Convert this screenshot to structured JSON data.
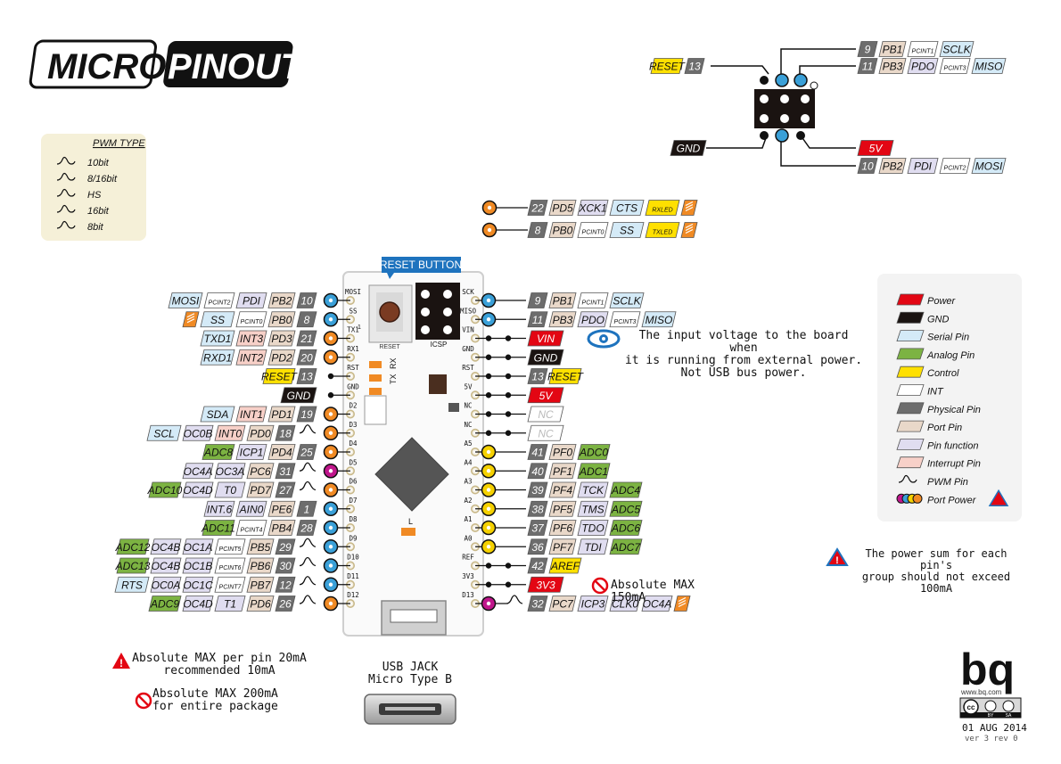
{
  "title": {
    "part1": "MICRO",
    "part2": "PINOUT"
  },
  "pwm_type": {
    "heading": "PWM TYPE",
    "items": [
      "10bit",
      "8/16bit",
      "HS",
      "16bit",
      "8bit"
    ]
  },
  "icsp_top": {
    "rows": [
      [
        "9",
        "PB1",
        "PCINT1",
        "SCLK"
      ],
      [
        "11",
        "PB3",
        "PDO",
        "PCINT3",
        "MISO"
      ],
      [
        "10",
        "PB2",
        "PDI",
        "PCINT2",
        "MOSI"
      ]
    ],
    "reset": [
      "RESET",
      "13"
    ],
    "gnd": "GND",
    "v5": "5V"
  },
  "led_rows": [
    [
      "22",
      "PD5",
      "XCK1",
      "CTS",
      "RXLED"
    ],
    [
      "8",
      "PB0",
      "PCINT0",
      "SS",
      "TXLED"
    ]
  ],
  "left_rows": [
    [
      "MOSI",
      "PCINT2",
      "PDI",
      "PB2",
      "10"
    ],
    [
      "SS",
      "PCINT0",
      "PB0",
      "8"
    ],
    [
      "TXD1",
      "INT3",
      "PD3",
      "21"
    ],
    [
      "RXD1",
      "INT2",
      "PD2",
      "20"
    ],
    [
      "RESET",
      "13"
    ],
    [
      "GND"
    ],
    [
      "SDA",
      "INT1",
      "PD1",
      "19"
    ],
    [
      "SCL",
      "OC0B",
      "INT0",
      "PD0",
      "18"
    ],
    [
      "ADC8",
      "ICP1",
      "PD4",
      "25"
    ],
    [
      "OC4A",
      "OC3A",
      "PC6",
      "31"
    ],
    [
      "ADC10",
      "OC4D",
      "T0",
      "PD7",
      "27"
    ],
    [
      "INT.6",
      "AIN0",
      "PE6",
      "1"
    ],
    [
      "ADC11",
      "PCINT4",
      "PB4",
      "28"
    ],
    [
      "ADC12",
      "OC4B",
      "OC1A",
      "PCINT5",
      "PB5",
      "29"
    ],
    [
      "ADC13",
      "OC4B",
      "OC1B",
      "PCINT6",
      "PB6",
      "30"
    ],
    [
      "RTS",
      "OC0A",
      "OC1C",
      "PCINT7",
      "PB7",
      "12"
    ],
    [
      "ADC9",
      "OC4D",
      "T1",
      "PD6",
      "26"
    ]
  ],
  "right_rows": [
    [
      "9",
      "PB1",
      "PCINT1",
      "SCLK"
    ],
    [
      "11",
      "PB3",
      "PDO",
      "PCINT3",
      "MISO"
    ],
    [
      "VIN"
    ],
    [
      "GND"
    ],
    [
      "13",
      "RESET"
    ],
    [
      "5V"
    ],
    [
      "NC"
    ],
    [
      "NC"
    ],
    [
      "41",
      "PF0",
      "ADC0"
    ],
    [
      "40",
      "PF1",
      "ADC1"
    ],
    [
      "39",
      "PF4",
      "TCK",
      "ADC4"
    ],
    [
      "38",
      "PF5",
      "TMS",
      "ADC5"
    ],
    [
      "37",
      "PF6",
      "TDO",
      "ADC6"
    ],
    [
      "36",
      "PF7",
      "TDI",
      "ADC7"
    ],
    [
      "42",
      "AREF"
    ],
    [
      "3V3"
    ],
    [
      "32",
      "PC7",
      "ICP3",
      "CLK0",
      "OC4A"
    ]
  ],
  "board": {
    "reset_button": "RESET BUTTON",
    "reset_small": "RESET",
    "icsp": "ICSP",
    "tx": "TX",
    "rx": "RX",
    "led": "L",
    "left_pins": [
      "MOSI",
      "SS",
      "TX1",
      "RX1",
      "RST",
      "GND",
      "D2",
      "D3",
      "D4",
      "D5",
      "D6",
      "D7",
      "D8",
      "D9",
      "D10",
      "D11",
      "D12"
    ],
    "right_pins": [
      "SCK",
      "MISO",
      "VIN",
      "GND",
      "RST",
      "5V",
      "NC",
      "NC",
      "A5",
      "A4",
      "A3",
      "A2",
      "A1",
      "A0",
      "REF",
      "3V3",
      "D13"
    ],
    "one": "1"
  },
  "notes": {
    "vin_line1": "The input voltage to the board when",
    "vin_line2": "it is running from external power.",
    "vin_line3": "Not USB bus power.",
    "max150": "Absolute MAX 150mA",
    "perpin_line1": "Absolute MAX per pin 20mA",
    "perpin_line2": "recommended 10mA",
    "pkg_line1": "Absolute MAX 200mA",
    "pkg_line2": "for entire package",
    "usb_line1": "USB JACK",
    "usb_line2": "Micro Type B",
    "powersum_line1": "The power sum for each pin's",
    "powersum_line2": "group should not exceed 100mA"
  },
  "legend": [
    {
      "label": "Power",
      "color": "#e30613"
    },
    {
      "label": "GND",
      "color": "#1a1311"
    },
    {
      "label": "Serial Pin",
      "color": "#d4eaf7"
    },
    {
      "label": "Analog Pin",
      "color": "#7cb342"
    },
    {
      "label": "Control",
      "color": "#ffe000"
    },
    {
      "label": "INT",
      "color": "#ffffff"
    },
    {
      "label": "Physical Pin",
      "color": "#6d6d6d"
    },
    {
      "label": "Port Pin",
      "color": "#e9d8c9"
    },
    {
      "label": "Pin function",
      "color": "#e0ddf0"
    },
    {
      "label": "Interrupt Pin",
      "color": "#f7d0c8"
    },
    {
      "label": "PWM Pin",
      "color": ""
    },
    {
      "label": "Port Power",
      "color": ""
    }
  ],
  "brand": {
    "logo": "bq",
    "url": "www.bq.com",
    "cc": "cc",
    "by": "BY",
    "sa": "SA",
    "date": "01 AUG 2014",
    "version": "ver 3 rev 0"
  }
}
